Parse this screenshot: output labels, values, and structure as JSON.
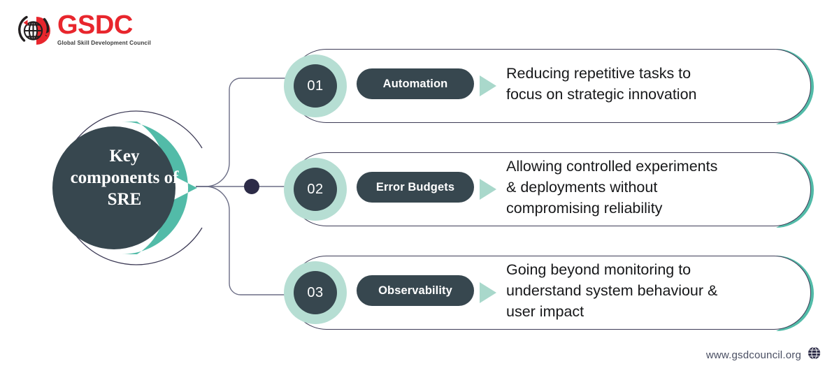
{
  "brand": {
    "logo_title": "GSDC",
    "logo_subtitle": "Global Skill Development Council",
    "logo_icon": "globe-grid-icon",
    "logo_red": "#e8262d"
  },
  "hub": {
    "title": "Key\ncomponents\nof SRE",
    "fill": "#37474f",
    "accent": "#52bba8",
    "ring_stroke": "#3d3b56"
  },
  "theme": {
    "dark": "#37474f",
    "teal": "#52bba8",
    "mint": "#b6ded3",
    "mint_light": "#a9d8cb",
    "border": "#3d3b56",
    "text": "#17181a"
  },
  "items": [
    {
      "number": "01",
      "label": "Automation",
      "description": "Reducing repetitive tasks to\nfocus on strategic innovation"
    },
    {
      "number": "02",
      "label": "Error Budgets",
      "description": "Allowing controlled experiments\n& deployments without\ncompromising reliability"
    },
    {
      "number": "03",
      "label": "Observability",
      "description": "Going beyond monitoring to\nunderstand system behaviour &\nuser impact"
    }
  ],
  "footer": {
    "url": "www.gsdcouncil.org",
    "icon": "globe-icon"
  }
}
